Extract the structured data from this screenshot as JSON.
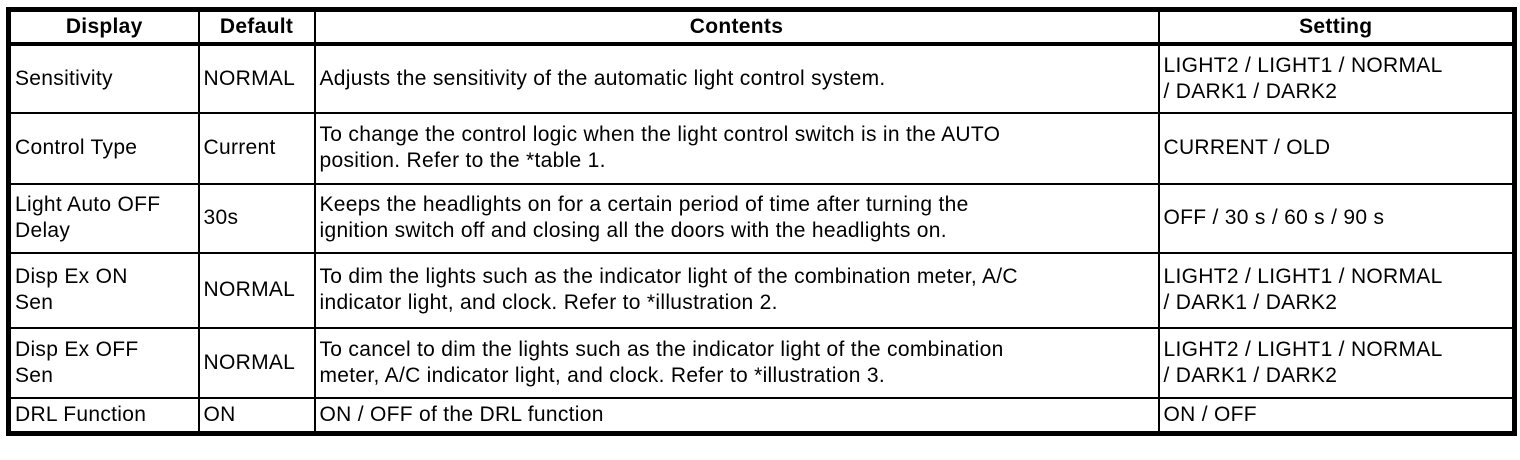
{
  "colors": {
    "background": "#ffffff",
    "border": "#000000",
    "text": "#000000"
  },
  "table": {
    "headers": {
      "display": "Display",
      "default": "Default",
      "contents": "Contents",
      "setting": "Setting"
    },
    "rows": [
      {
        "display": "Sensitivity",
        "default": "NORMAL",
        "contents": "Adjusts the sensitivity of the automatic light control system.",
        "setting": "LIGHT2 / LIGHT1 / NORMAL\n/ DARK1 / DARK2"
      },
      {
        "display": "Control Type",
        "default": "Current",
        "contents": "To change the control logic when the light control switch is in the AUTO\nposition. Refer to the *table 1.",
        "setting": "CURRENT / OLD"
      },
      {
        "display": "Light Auto OFF\nDelay",
        "default": "30s",
        "contents": "Keeps the headlights on for a certain period of time after turning the\nignition switch off and closing all the doors with the headlights on.",
        "setting": "OFF / 30 s / 60 s / 90 s"
      },
      {
        "display": "Disp Ex ON\nSen",
        "default": "NORMAL",
        "contents": "To dim the lights such as the indicator light of the combination meter, A/C\nindicator light, and clock. Refer to *illustration 2.",
        "setting": "LIGHT2 / LIGHT1 / NORMAL\n/ DARK1 / DARK2"
      },
      {
        "display": "Disp Ex OFF\nSen",
        "default": "NORMAL",
        "contents": "To cancel to dim the lights such as the indicator light of the combination\nmeter, A/C indicator light, and clock. Refer to *illustration 3.",
        "setting": "LIGHT2 / LIGHT1 / NORMAL\n/ DARK1 / DARK2"
      },
      {
        "display": "DRL Function",
        "default": "ON",
        "contents": "ON / OFF of the DRL function",
        "setting": "ON / OFF"
      }
    ]
  }
}
